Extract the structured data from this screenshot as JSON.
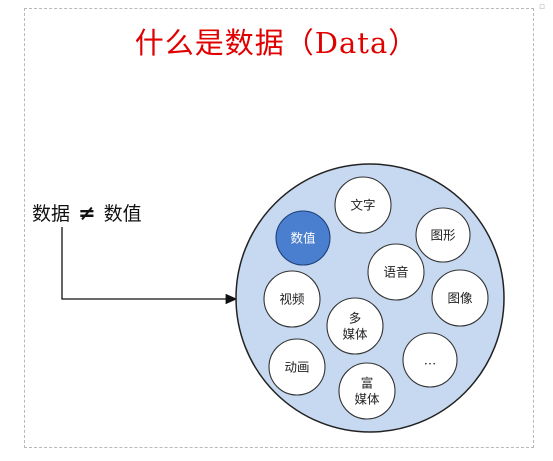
{
  "title": "什么是数据（Data）",
  "left_label": {
    "word_a": "数据",
    "neq": "≠",
    "word_b": "数值"
  },
  "colors": {
    "title": "#e00000",
    "big_circle_fill": "#c6d9f1",
    "big_circle_stroke": "#222222",
    "bubble_fill": "#ffffff",
    "highlight_fill": "#4a7fd0",
    "highlight_stroke": "#1f3f7a"
  },
  "bubbles": [
    {
      "id": "shuzhi",
      "lines": [
        "数值"
      ],
      "highlight": true
    },
    {
      "id": "wenzi",
      "lines": [
        "文字"
      ],
      "highlight": false
    },
    {
      "id": "tuxing",
      "lines": [
        "图形"
      ],
      "highlight": false
    },
    {
      "id": "yuyin",
      "lines": [
        "语音"
      ],
      "highlight": false
    },
    {
      "id": "shipin",
      "lines": [
        "视频"
      ],
      "highlight": false
    },
    {
      "id": "tuxiang",
      "lines": [
        "图像"
      ],
      "highlight": false
    },
    {
      "id": "duomeiti",
      "lines": [
        "多",
        "媒体"
      ],
      "highlight": false
    },
    {
      "id": "donghua",
      "lines": [
        "动画"
      ],
      "highlight": false
    },
    {
      "id": "ellipsis",
      "lines": [
        "…"
      ],
      "highlight": false
    },
    {
      "id": "fumeiti",
      "lines": [
        "富",
        "媒体"
      ],
      "highlight": false
    }
  ]
}
